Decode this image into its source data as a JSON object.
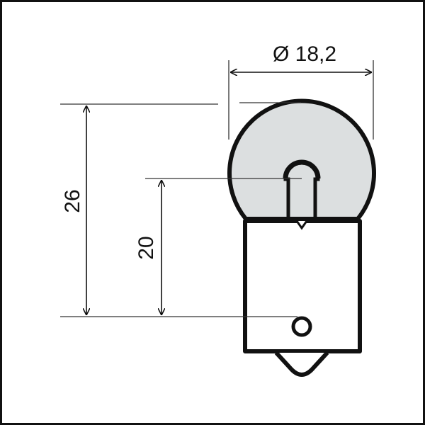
{
  "dimensions": {
    "diameter_label": "Ø 18,2",
    "total_height_label": "26",
    "light_center_label": "20"
  },
  "colors": {
    "glass": "#dcdfe0",
    "outline": "#111111",
    "dimension": "#333333"
  }
}
